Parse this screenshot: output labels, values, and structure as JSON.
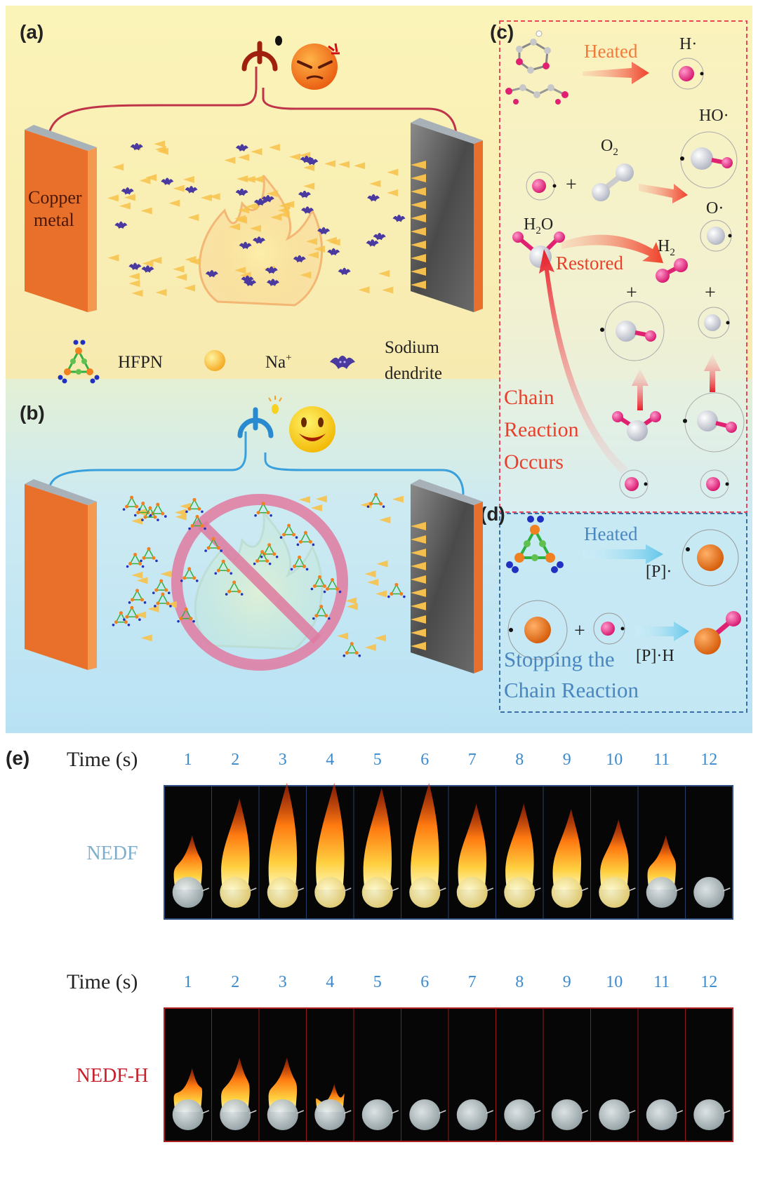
{
  "panels": {
    "a": "(a)",
    "b": "(b)",
    "c": "(c)",
    "d": "(d)",
    "e": "(e)"
  },
  "panel_a": {
    "electrode_label_line1": "Copper",
    "electrode_label_line2": "metal"
  },
  "legend": {
    "hfpn": "HFPN",
    "na": "Na",
    "na_sup": "+",
    "dendrite_line1": "Sodium",
    "dendrite_line2": "dendrite"
  },
  "panel_c": {
    "heated": "Heated",
    "h_radical": "H·",
    "ho_radical": "HO·",
    "o2": "O",
    "o2_sub": "2",
    "o_radical": "O·",
    "h2o": "H",
    "h2o_sub": "2",
    "h2o_tail": "O",
    "restored": "Restored",
    "h2": "H",
    "h2_sub": "2",
    "plus": "+",
    "chain_line1": "Chain",
    "chain_line2": "Reaction",
    "chain_line3": "Occurs"
  },
  "panel_d": {
    "heated": "Heated",
    "p_radical": "[P]·",
    "ph_radical": "[P]·H",
    "plus": "+",
    "stop_line1": "Stopping the",
    "stop_line2": "Chain Reaction"
  },
  "panel_e": {
    "time_label": "Time (s)",
    "times": [
      "1",
      "2",
      "3",
      "4",
      "5",
      "6",
      "7",
      "8",
      "9",
      "10",
      "11",
      "12"
    ],
    "rows": [
      {
        "name": "NEDF",
        "flames": [
          0.45,
          0.8,
          0.95,
          0.95,
          0.9,
          0.95,
          0.75,
          0.75,
          0.7,
          0.6,
          0.45,
          0
        ],
        "color": "#7faecd",
        "border": "#2e4f82"
      },
      {
        "name": "NEDF-H",
        "flames": [
          0.35,
          0.45,
          0.45,
          0.2,
          0,
          0,
          0,
          0,
          0,
          0,
          0,
          0
        ],
        "color": "#c8202a",
        "border": "#b02020"
      }
    ]
  },
  "colors": {
    "red_text": "#e8402a",
    "blue_text": "#3a6fa8",
    "heated_orange": "#f07a3a",
    "heated_blue": "#4a86c0"
  }
}
